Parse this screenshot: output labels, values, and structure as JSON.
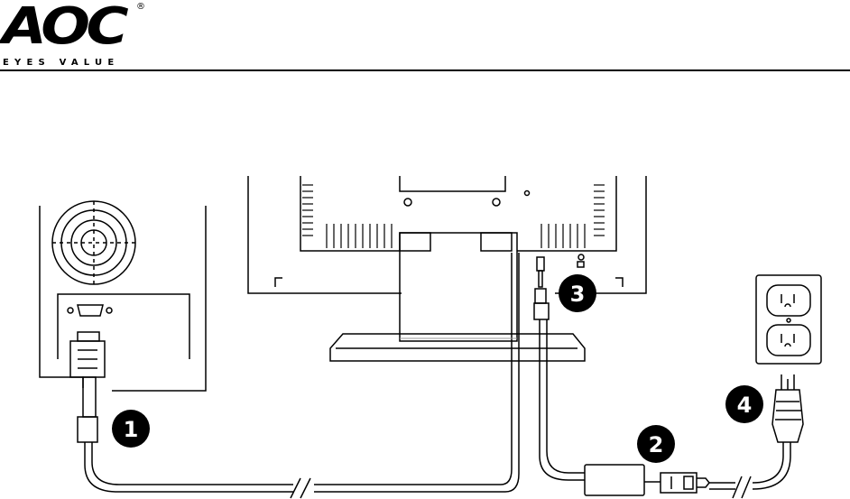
{
  "header": {
    "brand": "AOC",
    "registered_mark": "®",
    "tagline": "EYES VALUE"
  },
  "steps": [
    {
      "number": "1",
      "target": "vga-cable"
    },
    {
      "number": "2",
      "target": "power-adapter"
    },
    {
      "number": "3",
      "target": "dc-power-jack"
    },
    {
      "number": "4",
      "target": "ac-wall-plug"
    }
  ]
}
